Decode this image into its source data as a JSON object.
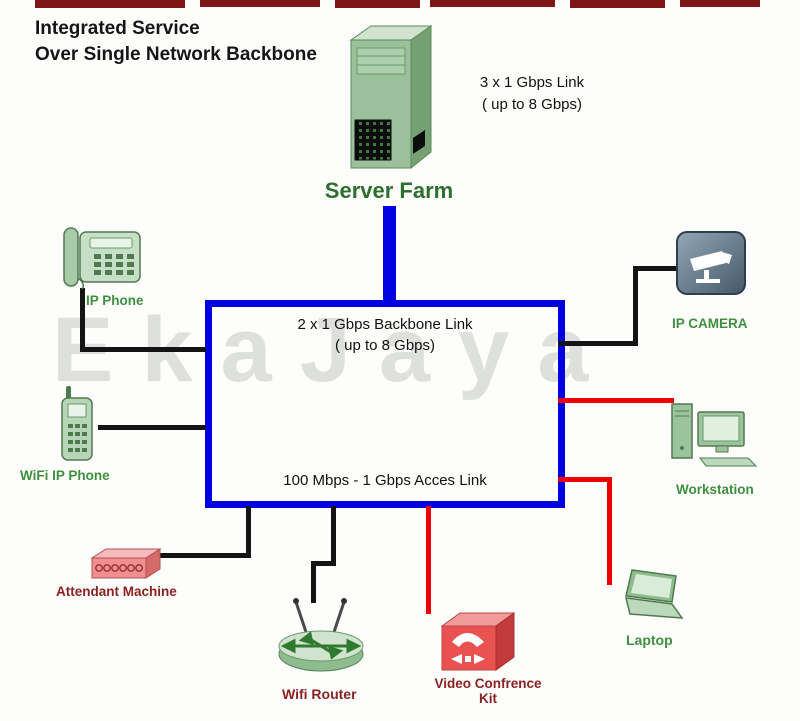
{
  "header": {
    "title_line1": "Integrated Service",
    "title_line2": "Over Single Network Backbone"
  },
  "watermark": "EkaJaya",
  "server": {
    "label": "Server Farm",
    "link_line1": "3 x 1 Gbps Link",
    "link_line2": "( up to 8 Gbps)"
  },
  "backbone_box": {
    "line1": "2 x 1 Gbps Backbone Link",
    "line2": "( up to 8 Gbps)",
    "access_label": "100 Mbps - 1 Gbps Acces Link"
  },
  "devices": {
    "ip_phone": {
      "label": "IP Phone"
    },
    "wifi_ip_phone": {
      "label": "WiFi IP Phone"
    },
    "attendant_machine": {
      "label": "Attendant Machine"
    },
    "wifi_router": {
      "label": "Wifi Router"
    },
    "video_conference": {
      "label_line1": "Video Confrence",
      "label_line2": "Kit"
    },
    "ip_camera": {
      "label": "IP CAMERA"
    },
    "workstation": {
      "label": "Workstation"
    },
    "laptop": {
      "label": "Laptop"
    }
  },
  "colors": {
    "backbone_blue": "#0202e0",
    "access_link_red": "#ee0000",
    "link_black": "#141414",
    "green_label": "#3f8f3f",
    "darkred_label": "#8b2222"
  }
}
